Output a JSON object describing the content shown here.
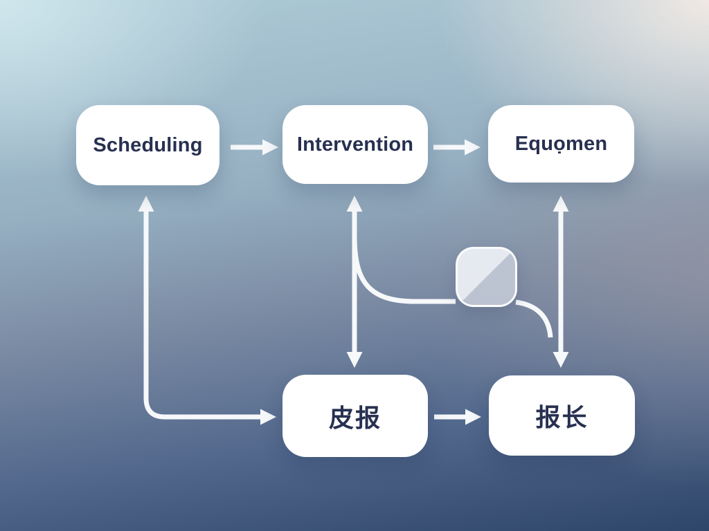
{
  "diagram": {
    "title": "process-flow-diagram",
    "nodes": {
      "scheduling": {
        "label": "Scheduling"
      },
      "intervention": {
        "label": "Intervention"
      },
      "equipment": {
        "label": "Equọmen"
      },
      "report_left": {
        "label": "皮报"
      },
      "report_right": {
        "label": "报长"
      }
    },
    "decision_shape": {
      "name": "rounded-diamond-squircle",
      "split": "diagonal-light-topleft-dark-bottomright"
    },
    "connectors": [
      {
        "from": "scheduling",
        "to": "intervention",
        "type": "arrow-right"
      },
      {
        "from": "intervention",
        "to": "equipment",
        "type": "arrow-right"
      },
      {
        "from": "report_left",
        "to": "report_right",
        "type": "arrow-right"
      },
      {
        "from": "report_left",
        "to": "scheduling",
        "type": "elbow-double-arrow-up-right"
      },
      {
        "from": "intervention",
        "to": "report_left",
        "type": "vertical-double-arrow"
      },
      {
        "from": "equipment",
        "to": "report_right",
        "type": "vertical-double-arrow"
      },
      {
        "from": "intervention-stem",
        "to": "decision_shape",
        "type": "curve"
      },
      {
        "from": "decision_shape",
        "to": "equipment-stem",
        "type": "curve"
      }
    ]
  },
  "colors": {
    "node_bg": "#ffffff",
    "node_text": "#273050",
    "connector": "#f6f8fa",
    "squircle_light": "#e9edf3",
    "squircle_dark": "#c2c9d6",
    "bg_top_left": "#cfe6ec",
    "bg_top_right": "#f0e9e4",
    "bg_mid_center": "#97a3b4",
    "bg_bottom_left": "#2e4a6b",
    "bg_bottom_right": "#333e5c"
  }
}
